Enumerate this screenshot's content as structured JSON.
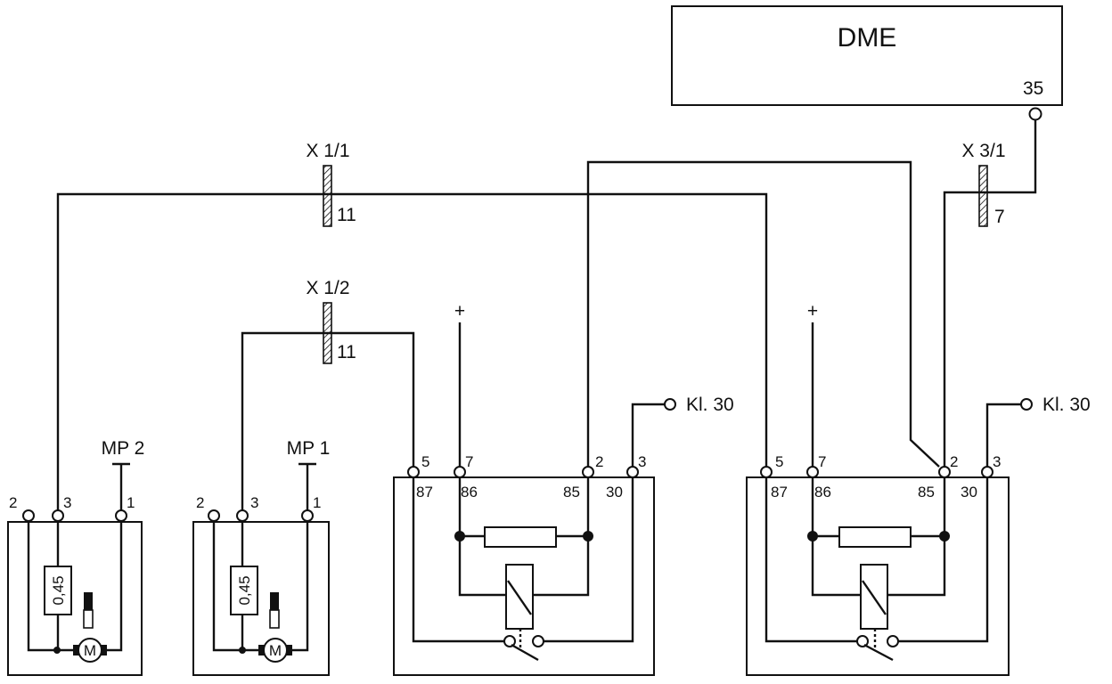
{
  "dme": {
    "title": "DME",
    "pin": "35"
  },
  "connectors": {
    "x1_1": {
      "name": "X 1/1",
      "pin": "11"
    },
    "x1_2": {
      "name": "X 1/2",
      "pin": "11"
    },
    "x3_1": {
      "name": "X 3/1",
      "pin": "7"
    }
  },
  "motor_left": {
    "mp": "MP 2",
    "pin2": "2",
    "pin3": "3",
    "pin1": "1",
    "resistor": "0,45",
    "motor": "M"
  },
  "motor_right": {
    "mp": "MP 1",
    "pin2": "2",
    "pin3": "3",
    "pin1": "1",
    "resistor": "0,45",
    "motor": "M"
  },
  "relay_a": {
    "pin5": "5",
    "pin7": "7",
    "pin2": "2",
    "pin3": "3",
    "t87": "87",
    "t86": "86",
    "t85": "85",
    "t30": "30",
    "plus": "+",
    "kl30": "Kl. 30"
  },
  "relay_b": {
    "pin5": "5",
    "pin7": "7",
    "pin2": "2",
    "pin3": "3",
    "t87": "87",
    "t86": "86",
    "t85": "85",
    "t30": "30",
    "plus": "+",
    "kl30": "Kl. 30"
  }
}
